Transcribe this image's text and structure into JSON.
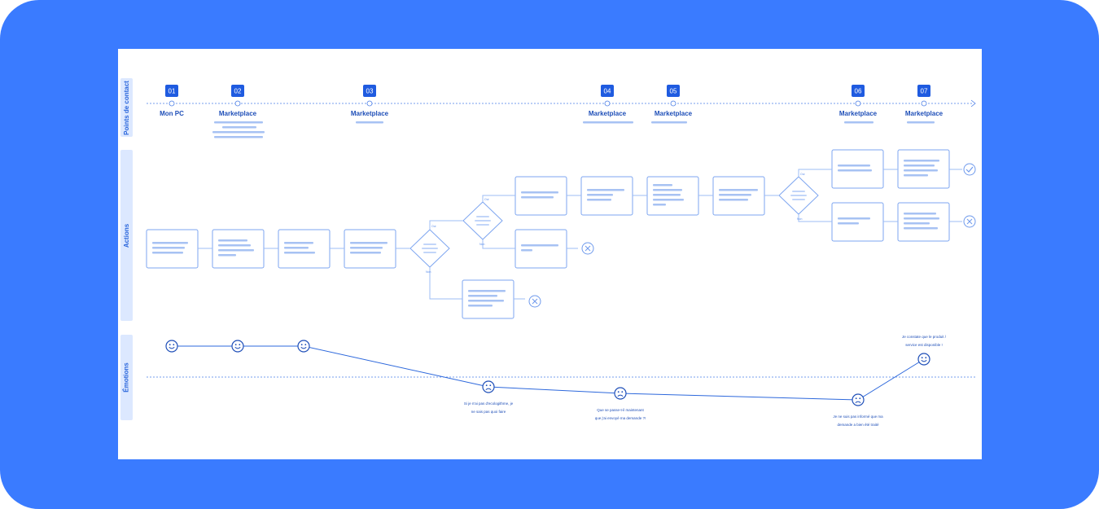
{
  "lanes": {
    "touchpoints": "Points de contact",
    "actions": "Actions",
    "emotions": "Émotions"
  },
  "touchpoints": [
    {
      "num": "01",
      "label": "Mon PC"
    },
    {
      "num": "02",
      "label": "Marketplace"
    },
    {
      "num": "03",
      "label": "Marketplace"
    },
    {
      "num": "04",
      "label": "Marketplace"
    },
    {
      "num": "05",
      "label": "Marketplace"
    },
    {
      "num": "06",
      "label": "Marketplace"
    },
    {
      "num": "07",
      "label": "Marketplace"
    }
  ],
  "decisions": {
    "yes": "Oui",
    "no": "Non"
  },
  "emotions": [
    {
      "mood": "happy",
      "quote": []
    },
    {
      "mood": "happy",
      "quote": []
    },
    {
      "mood": "happy",
      "quote": []
    },
    {
      "mood": "sad",
      "quote": [
        "Si je n'ai pas d'ecologithme, je",
        "ne sais pas quoi faire"
      ]
    },
    {
      "mood": "sad",
      "quote": [
        "Que se passe-t-il maintenant",
        "que j'ai envoyé ma demande ?!"
      ]
    },
    {
      "mood": "sad",
      "quote": [
        "Je ne suis pas informé que ma",
        "demande a bien été traité"
      ]
    },
    {
      "mood": "happy",
      "quote": [
        "Je constate que le produit /",
        "service est disponible !"
      ]
    }
  ],
  "colors": {
    "frame": "#3a7bff",
    "accent": "#1f4fb8",
    "line": "#2d68dc"
  }
}
